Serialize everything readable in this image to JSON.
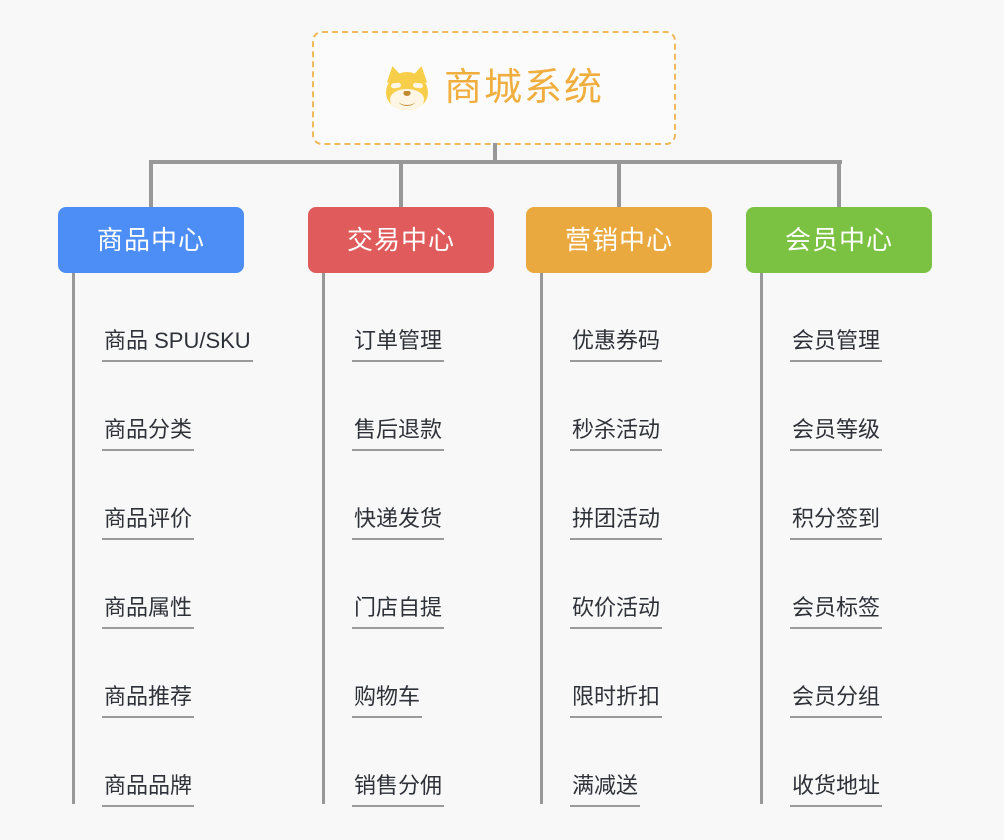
{
  "diagram": {
    "title": "商城系统",
    "logo_icon": "shiba-dog-face-icon",
    "accent_color": "#efae3e",
    "background_color": "#f8f8f9",
    "connector_color": "#989898"
  },
  "columns": [
    {
      "id": "product-center",
      "label": "商品中心",
      "color": "#4d8df6",
      "items": [
        {
          "label": "商品 SPU/SKU"
        },
        {
          "label": "商品分类"
        },
        {
          "label": "商品评价"
        },
        {
          "label": "商品属性"
        },
        {
          "label": "商品推荐"
        },
        {
          "label": "商品品牌"
        }
      ]
    },
    {
      "id": "trade-center",
      "label": "交易中心",
      "color": "#e05c5c",
      "items": [
        {
          "label": "订单管理"
        },
        {
          "label": "售后退款"
        },
        {
          "label": "快递发货"
        },
        {
          "label": "门店自提"
        },
        {
          "label": "购物车"
        },
        {
          "label": "销售分佣"
        }
      ]
    },
    {
      "id": "marketing-center",
      "label": "营销中心",
      "color": "#eaa93e",
      "items": [
        {
          "label": "优惠券码"
        },
        {
          "label": "秒杀活动"
        },
        {
          "label": "拼团活动"
        },
        {
          "label": "砍价活动"
        },
        {
          "label": "限时折扣"
        },
        {
          "label": "满减送"
        }
      ]
    },
    {
      "id": "member-center",
      "label": "会员中心",
      "color": "#7bc243",
      "items": [
        {
          "label": "会员管理"
        },
        {
          "label": "会员等级"
        },
        {
          "label": "积分签到"
        },
        {
          "label": "会员标签"
        },
        {
          "label": "会员分组"
        },
        {
          "label": "收货地址"
        }
      ]
    }
  ]
}
